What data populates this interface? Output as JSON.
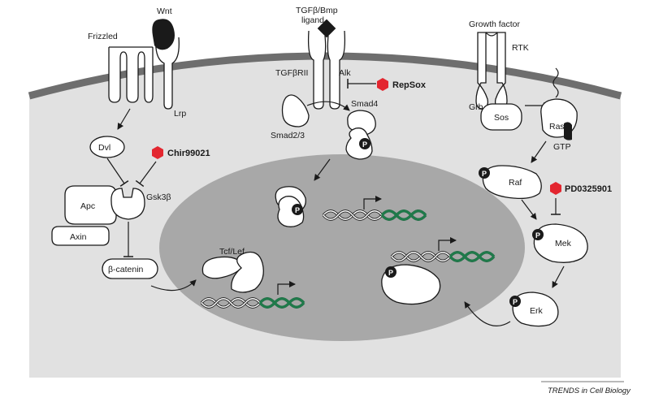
{
  "labels": {
    "wnt": "Wnt",
    "frizzled": "Frizzled",
    "lrp": "Lrp",
    "dvl": "Dvl",
    "gsk3b": "Gsk3β",
    "apc": "Apc",
    "axin": "Axin",
    "bcatenin": "β-catenin",
    "tcflef": "Tcf/Lef",
    "ligand": "TGFβ/Bmp\nligand",
    "tgfbrii": "TGFβRII",
    "alk": "Alk",
    "smad23": "Smad2/3",
    "smad4": "Smad4",
    "growth_factor": "Growth factor",
    "rtk": "RTK",
    "grb": "Grb",
    "sos": "Sos",
    "ras": "Ras",
    "gtp": "GTP",
    "raf": "Raf",
    "mek": "Mek",
    "erk": "Erk",
    "phospho": "P"
  },
  "inhibitors": {
    "chir": "Chir99021",
    "repsox": "RepSox",
    "pd": "PD0325901"
  },
  "colors": {
    "cytoplasm": "#e1e1e1",
    "membrane": "#6e6e6e",
    "nucleus": "#a8a8a8",
    "inhibitor": "#e3262f",
    "dna_green": "#1f7a4a",
    "outline": "#1a1a1a"
  },
  "credit": "TRENDS in Cell Biology"
}
